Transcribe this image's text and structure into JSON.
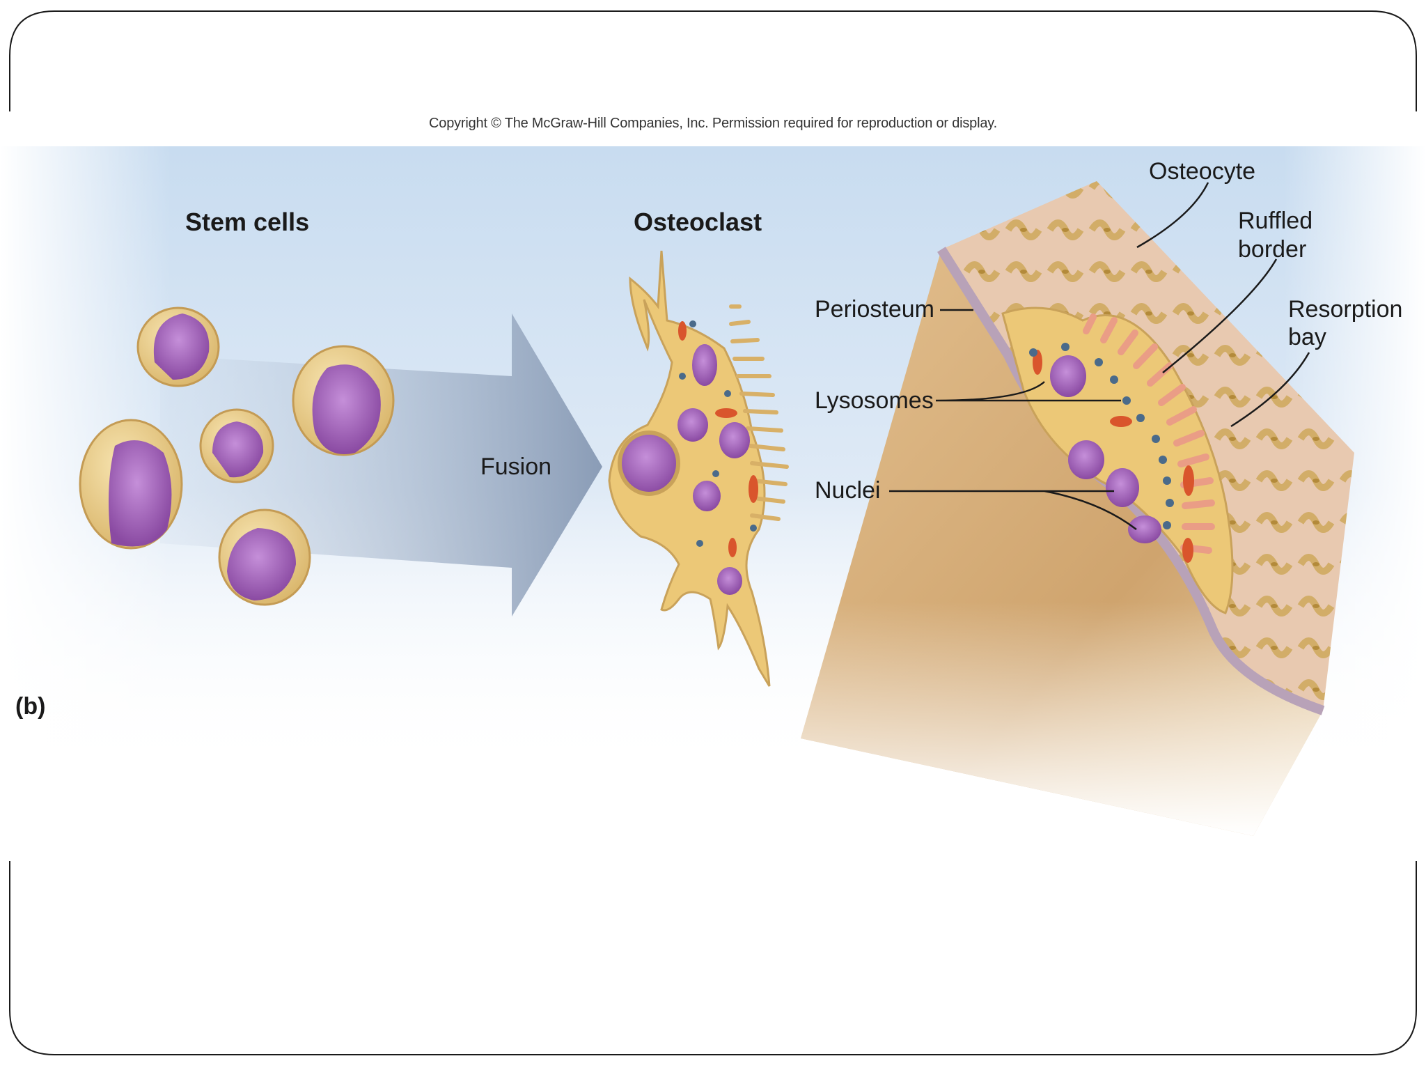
{
  "figure": {
    "copyright": "Copyright © The McGraw-Hill Companies, Inc. Permission required for reproduction or display.",
    "panel_label": "(b)",
    "headings": {
      "stem_cells": "Stem cells",
      "osteoclast": "Osteoclast"
    },
    "arrow_label": "Fusion",
    "callouts": {
      "osteocyte": "Osteocyte",
      "ruffled_border_1": "Ruffled",
      "ruffled_border_2": "border",
      "resorption_bay_1": "Resorption",
      "resorption_bay_2": "bay",
      "periosteum": "Periosteum",
      "lysosomes": "Lysosomes",
      "nuclei": "Nuclei"
    }
  },
  "colors": {
    "cytoplasm": "#e8c878",
    "nucleus": "#9d5ab5",
    "lysosome": "#4a6a8a",
    "mitochondria": "#d9552c",
    "bone": "#d9b383",
    "arrow": "#8b9db5",
    "background_blue": "#cfe1f2"
  }
}
